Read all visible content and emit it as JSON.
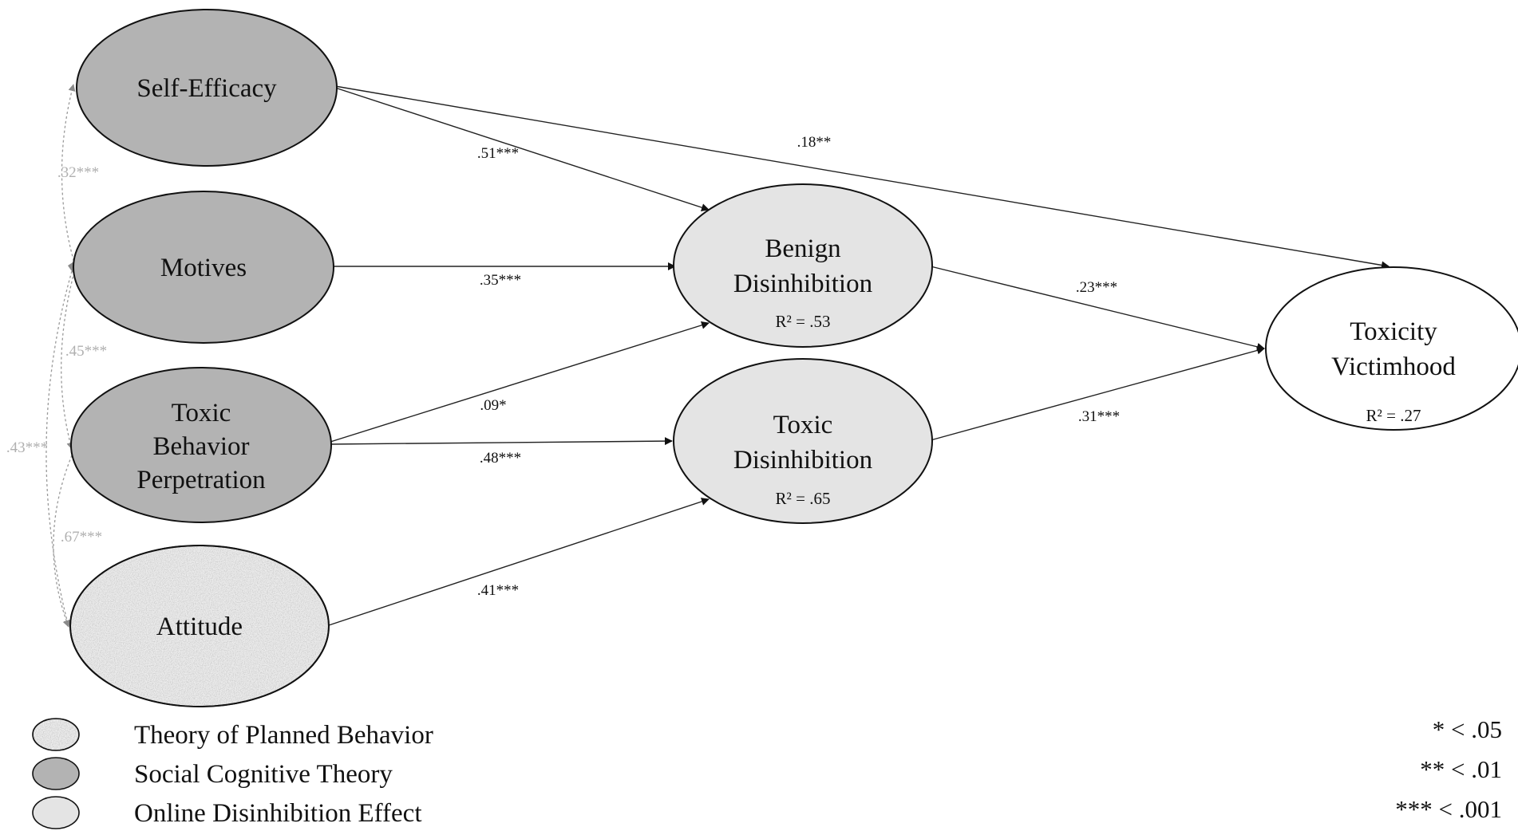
{
  "nodes": {
    "self_efficacy": {
      "label": "Self-Efficacy",
      "theory": "Social Cognitive Theory"
    },
    "motives": {
      "label": "Motives",
      "theory": "Social Cognitive Theory"
    },
    "toxic_behavior": {
      "lines": [
        "Toxic",
        "Behavior",
        "Perpetration"
      ],
      "theory": "Social Cognitive Theory"
    },
    "attitude": {
      "label": "Attitude",
      "theory": "Theory of Planned Behavior"
    },
    "benign": {
      "lines": [
        "Benign",
        "Disinhibition"
      ],
      "r2": "R² = .53",
      "theory": "Online Disinhibition Effect"
    },
    "toxic_dis": {
      "lines": [
        "Toxic",
        "Disinhibition"
      ],
      "r2": "R² = .65",
      "theory": "Online Disinhibition Effect"
    },
    "victimhood": {
      "lines": [
        "Toxicity",
        "Victimhood"
      ],
      "r2": "R² = .27"
    }
  },
  "paths": {
    "se_benign": ".51***",
    "se_victim": ".18**",
    "mot_benign": ".35***",
    "tbp_benign": ".09*",
    "tbp_toxic": ".48***",
    "att_toxic": ".41***",
    "benign_victim": ".23***",
    "toxic_victim": ".31***"
  },
  "correlations": {
    "se_mot": ".32***",
    "mot_tbp": ".45***",
    "mot_att": ".43***",
    "tbp_att": ".67***"
  },
  "legend": [
    {
      "label": "Theory of Planned Behavior",
      "fill": "textured-light"
    },
    {
      "label": "Social Cognitive Theory",
      "fill": "#b3b3b3"
    },
    {
      "label": "Online Disinhibition Effect",
      "fill": "#e4e4e4"
    }
  ],
  "significance": [
    "* < .05",
    "** < .01",
    "*** < .001"
  ],
  "colors": {
    "social_cognitive": "#b3b3b3",
    "online_disinhibition": "#e4e4e4",
    "planned_behavior": "#e9e9e9",
    "outcome": "#ffffff"
  }
}
